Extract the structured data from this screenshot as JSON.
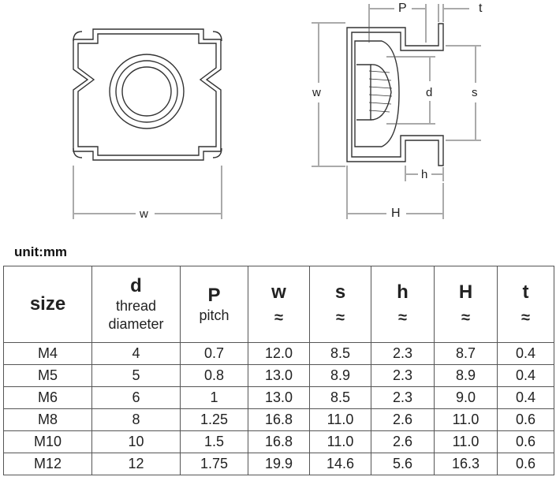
{
  "drawing": {
    "front_label": "w",
    "side_labels": {
      "P": "P",
      "t": "t",
      "w": "w",
      "d": "d",
      "s": "s",
      "h": "h",
      "H": "H"
    }
  },
  "unit_text": "unit:mm",
  "table": {
    "headers": [
      {
        "symbol": "",
        "line1": "size",
        "line2": "",
        "line3": ""
      },
      {
        "symbol": "d",
        "line1": "thread",
        "line2": "diameter",
        "line3": ""
      },
      {
        "symbol": "P",
        "line1": "pitch",
        "line2": "",
        "line3": ""
      },
      {
        "symbol": "w",
        "line1": "≈",
        "line2": "",
        "line3": ""
      },
      {
        "symbol": "s",
        "line1": "≈",
        "line2": "",
        "line3": ""
      },
      {
        "symbol": "h",
        "line1": "≈",
        "line2": "",
        "line3": ""
      },
      {
        "symbol": "H",
        "line1": "≈",
        "line2": "",
        "line3": ""
      },
      {
        "symbol": "t",
        "line1": "≈",
        "line2": "",
        "line3": ""
      }
    ],
    "rows": [
      [
        "M4",
        "4",
        "0.7",
        "12.0",
        "8.5",
        "2.3",
        "8.7",
        "0.4"
      ],
      [
        "M5",
        "5",
        "0.8",
        "13.0",
        "8.9",
        "2.3",
        "8.9",
        "0.4"
      ],
      [
        "M6",
        "6",
        "1",
        "13.0",
        "8.5",
        "2.3",
        "9.0",
        "0.4"
      ],
      [
        "M8",
        "8",
        "1.25",
        "16.8",
        "11.0",
        "2.6",
        "11.0",
        "0.6"
      ],
      [
        "M10",
        "10",
        "1.5",
        "16.8",
        "11.0",
        "2.6",
        "11.0",
        "0.6"
      ],
      [
        "M12",
        "12",
        "1.75",
        "19.9",
        "14.6",
        "5.6",
        "16.3",
        "0.6"
      ]
    ]
  }
}
